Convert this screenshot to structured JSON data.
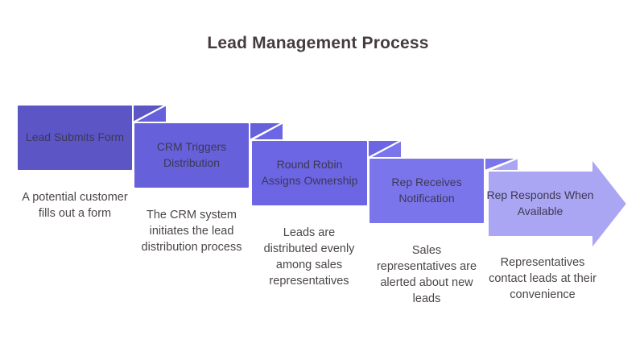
{
  "title": "Lead Management Process",
  "diagram_type": "stepped-ribbon-process-flow",
  "colors": {
    "background": "#FFFFFF",
    "title_text": "#453B40",
    "step_label_text": "#3D3851",
    "description_text": "#4B4549",
    "connector_stroke": "#FFFFFF",
    "step_fills": [
      "#5C55C6",
      "#6660DA",
      "#6C65E4",
      "#7B75EB",
      "#ABA6F4"
    ]
  },
  "steps": [
    {
      "label": "Lead Submits Form",
      "description": "A potential customer\nfills out a form",
      "fill": "#5C55C6"
    },
    {
      "label": "CRM Triggers\nDistribution",
      "description": "The CRM system\ninitiates the lead\ndistribution process",
      "fill": "#6660DA"
    },
    {
      "label": "Round Robin\nAssigns Ownership",
      "description": "Leads are\ndistributed evenly\namong sales\nrepresentatives",
      "fill": "#6C65E4"
    },
    {
      "label": "Rep Receives\nNotification",
      "description": "Sales\nrepresentatives are\nalerted about new\nleads",
      "fill": "#7B75EB"
    },
    {
      "label": "Rep Responds When\nAvailable",
      "description": "Representatives\ncontact leads at their\nconvenience",
      "fill": "#ABA6F4"
    }
  ]
}
